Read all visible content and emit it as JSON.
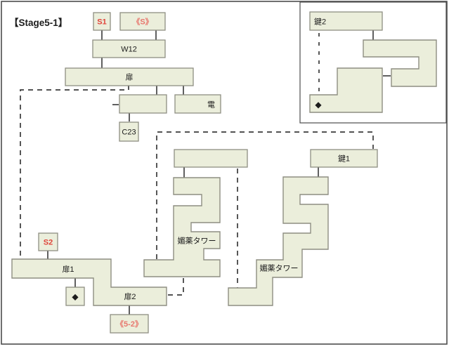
{
  "title": "【Stage5-1】",
  "colors": {
    "box_fill": "#ebeedb",
    "box_border": "#8e8e82",
    "frame": "#4d4d4d",
    "line": "#2b2b2b",
    "dash": "#3a3a3a",
    "text": "#1c1c1c",
    "red_strong": "#e0443a",
    "red_soft": "#e8776e"
  },
  "main": {
    "s1": "S1",
    "s_entry": "《S》",
    "w12": "W12",
    "door": "扉",
    "den": "電",
    "c23": "C23",
    "key1": "鍵1",
    "s2": "S2",
    "door1": "扉1",
    "door2": "扉2",
    "exit_5_2": "《5-2》",
    "tower_mid": "媚薬タワー",
    "tower_right": "媚薬タワー",
    "diamond": "◆"
  },
  "panel": {
    "key2": "鍵2",
    "diamond": "◆"
  }
}
